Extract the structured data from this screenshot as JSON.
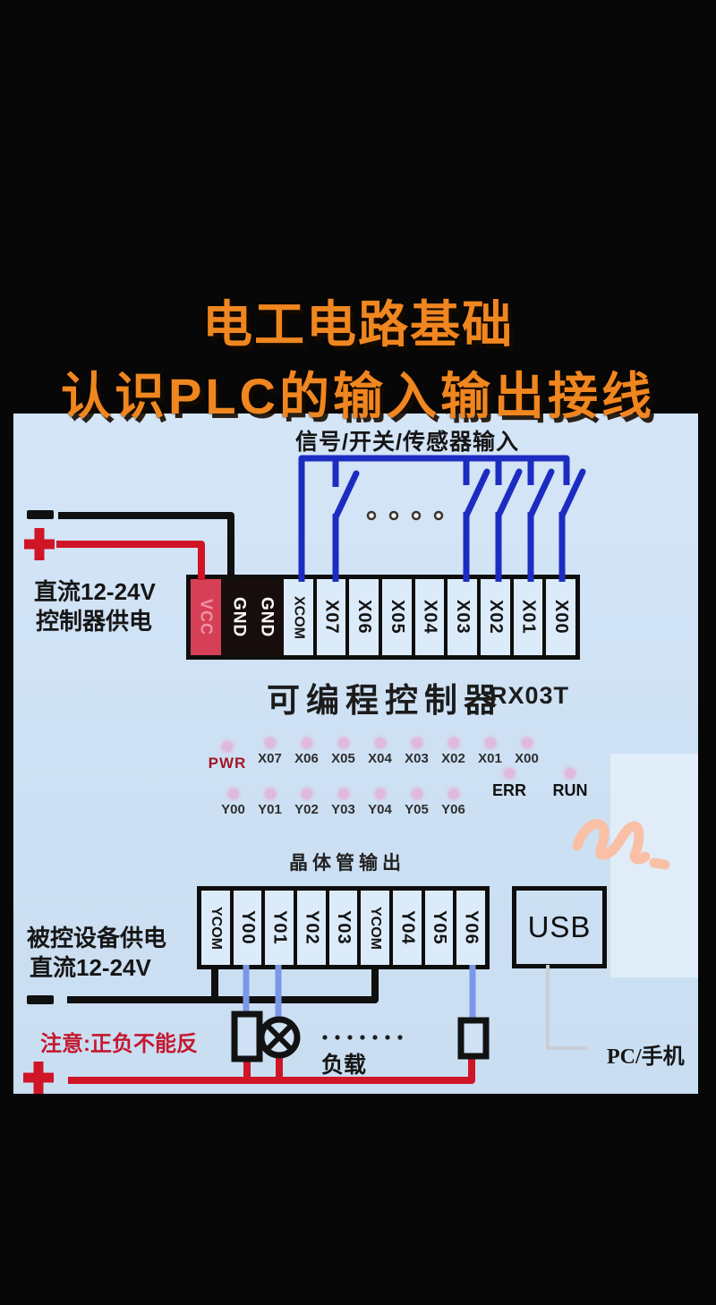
{
  "title": {
    "line1": "电工电路基础",
    "line2": "认识PLC的输入输出接线"
  },
  "diagram": {
    "input_label": "信号/开关/传感器输入",
    "top_terminals": {
      "vcc_label": "VCC",
      "gnd_labels": [
        "GND",
        "GND"
      ],
      "cells": [
        {
          "label": "XCOM",
          "strong": true
        },
        {
          "label": "X07"
        },
        {
          "label": "X06"
        },
        {
          "label": "X05"
        },
        {
          "label": "X04"
        },
        {
          "label": "X03"
        },
        {
          "label": "X02"
        },
        {
          "label": "X01"
        },
        {
          "label": "X00"
        }
      ]
    },
    "plc": {
      "name": "可编程控制器",
      "model": "RX03T",
      "pwr_label": "PWR",
      "x_leds": [
        "X07",
        "X06",
        "X05",
        "X04",
        "X03",
        "X02",
        "X01",
        "X00"
      ],
      "status_leds": [
        "ERR",
        "RUN"
      ],
      "y_leds": [
        "Y00",
        "Y01",
        "Y02",
        "Y03",
        "Y04",
        "Y05",
        "Y06"
      ],
      "output_type_label": "晶体管输出"
    },
    "bottom_terminals": [
      {
        "label": "YCOM",
        "strong": true
      },
      {
        "label": "Y00"
      },
      {
        "label": "Y01"
      },
      {
        "label": "Y02"
      },
      {
        "label": "Y03"
      },
      {
        "label": "YCOM",
        "strong": true
      },
      {
        "label": "Y04"
      },
      {
        "label": "Y05"
      },
      {
        "label": "Y06"
      }
    ],
    "usb_label": "USB",
    "pc_label": "PC/手机",
    "power_top": {
      "minus": "−",
      "plus": "+",
      "line1": "直流12-24V",
      "line2": "控制器供电"
    },
    "power_bottom": {
      "minus": "−",
      "plus": "+",
      "line1": "被控设备供电",
      "line2": "直流12-24V",
      "warning": "注意:正负不能反",
      "load_label": "负载"
    }
  },
  "colors": {
    "background": "#070707",
    "panel_bg": "#cfe1f4",
    "title_orange": "#f0861f",
    "wire_blue": "#1c2cc2",
    "wire_blue_light": "#7b97e6",
    "wire_red": "#cf1526",
    "vcc_red": "#d64057",
    "gnd_black": "#170d0c",
    "terminal_bg": "#dcebf9",
    "led_pink": "#e3b4d8",
    "warn_red": "#c4182f",
    "pwr_red": "#a01828",
    "squiggle_pink": "#f9c0a6",
    "gray_wire": "#c9ced6"
  }
}
